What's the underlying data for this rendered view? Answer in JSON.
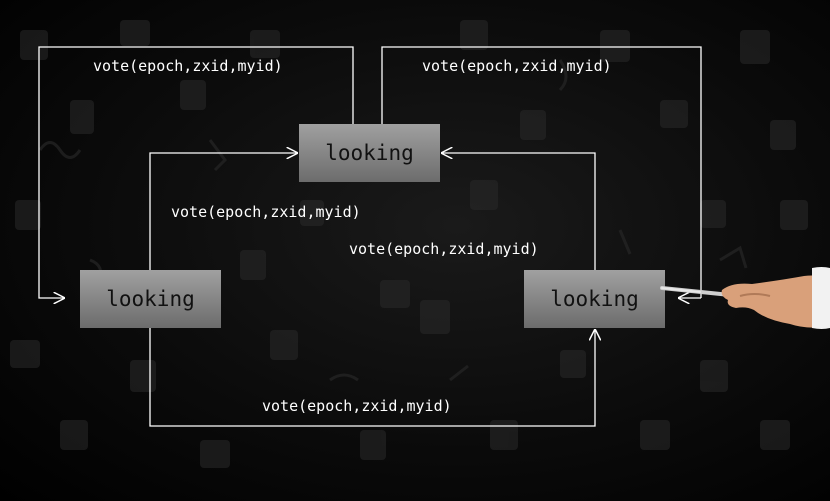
{
  "nodes": {
    "top": "looking",
    "left": "looking",
    "right": "looking"
  },
  "edges": {
    "top_to_left_outer": "vote(epoch,zxid,myid)",
    "right_to_top_outer": "vote(epoch,zxid,myid)",
    "left_to_top_inner": "vote(epoch,zxid,myid)",
    "right_to_top_inner": "vote(epoch,zxid,myid)",
    "left_to_right_bottom": "vote(epoch,zxid,myid)"
  },
  "colors": {
    "background": "#000000",
    "node_fill_top": "#a0a0a0",
    "node_fill_bottom": "#6c6c6c",
    "line": "#ffffff",
    "label_text": "#ffffff"
  }
}
